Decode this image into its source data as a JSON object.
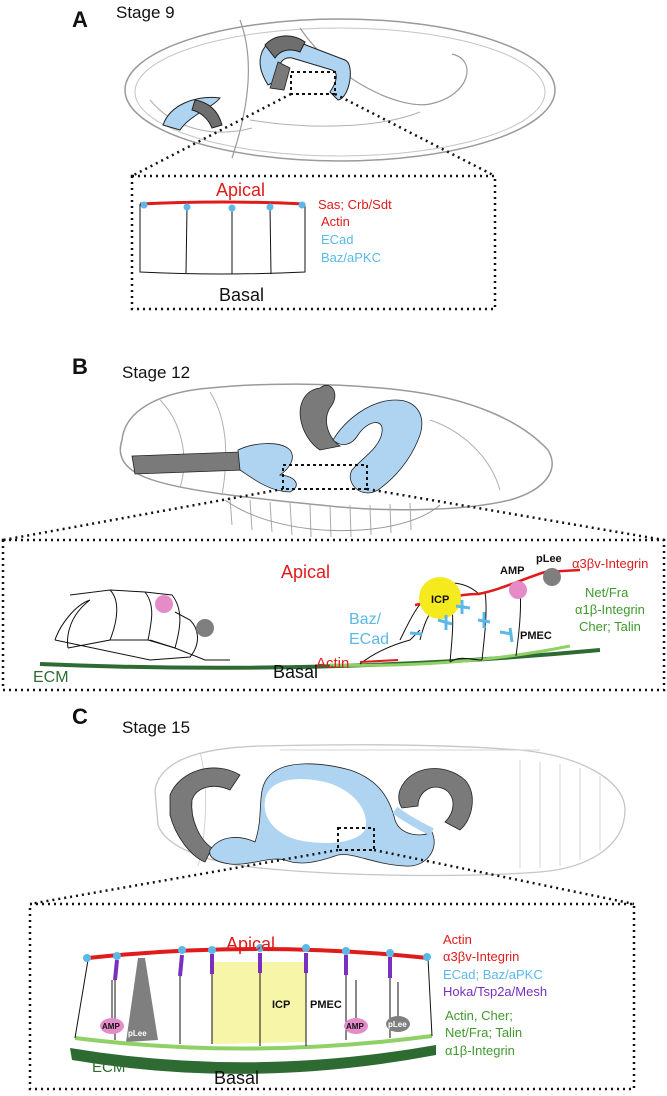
{
  "panels": [
    {
      "letter": "A",
      "stage": "Stage 9",
      "apical": "Apical",
      "basal": "Basal",
      "legend": [
        "Sas; Crb/Sdt",
        "Actin",
        "ECad",
        "Baz/aPKC"
      ]
    },
    {
      "letter": "B",
      "stage": "Stage 12",
      "apical": "Apical",
      "basal": "Basal",
      "ecm": "ECM",
      "baz": "Baz/",
      "ecad": "ECad",
      "actin": "Actin",
      "icp": "ICP",
      "amp": "AMP",
      "plee": "pLee",
      "pmec": "PMEC",
      "red_label": "α3βv-Integrin",
      "green_lines": [
        "Net/Fra",
        "α1β-Integrin",
        "Cher; Talin"
      ]
    },
    {
      "letter": "C",
      "stage": "Stage 15",
      "apical": "Apical",
      "basal": "Basal",
      "ecm": "ECM",
      "icp": "ICP",
      "pmec": "PMEC",
      "amp": "AMP",
      "plee": "pLee",
      "legend_red": [
        "Actin",
        "α3βv-Integrin"
      ],
      "legend_blue": "ECad; Baz/aPKC",
      "legend_purple": "Hoka/Tsp2a/Mesh",
      "legend_green": [
        "Actin, Cher;",
        "Net/Fra; Talin",
        "α1β-Integrin"
      ]
    }
  ],
  "colors": {
    "apical_red": "#e01b1b",
    "adherens_blue": "#5bb8e8",
    "embryo_blue": "#aed4f2",
    "basal_green": "#8fd166",
    "ecm_green": "#2e6b33",
    "icp_yellow": "#f5f07a",
    "amp_pink": "#e58cc8",
    "plee_gray": "#7f7f7f",
    "septate_purple": "#7a2fbf"
  }
}
